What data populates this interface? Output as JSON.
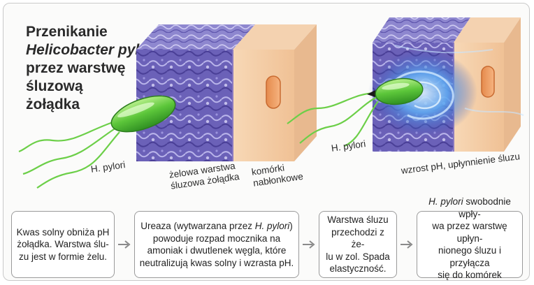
{
  "title": {
    "line1": "Przenikanie",
    "line2": "Helicobacter pylori",
    "line3": "przez warstwę",
    "line4": "śluzową",
    "line5": "żołądka"
  },
  "labels": {
    "bacteria_left": "H. pylori",
    "gel_layer_1": "żelowa warstwa",
    "gel_layer_2": "śluzowa żołądka",
    "cells_1": "komórki",
    "cells_2": "nabłonkowe",
    "bacteria_right": "H. pylori",
    "ph_rise": "wzrost pH, upłynnienie śluzu"
  },
  "steps": [
    {
      "lines": [
        "Kwas solny obniża pH",
        "żołądka. Warstwa ślu-",
        "zu jest w formie żelu."
      ]
    },
    {
      "pre": "Ureaza (wytwarzana przez ",
      "em": "H. pylori",
      "post": ")",
      "lines": [
        "powoduje rozpad mocznika na",
        "amoniak i dwutlenek węgla, które",
        "neutralizują kwas solny i wzrasta pH."
      ]
    },
    {
      "lines": [
        "Warstwa śluzu",
        "przechodzi z że-",
        "lu w zol. Spada",
        "elastyczność."
      ]
    },
    {
      "em": "H. pylori",
      "post": " swobodnie wpły-",
      "lines": [
        "wa przez warstwę upłyn-",
        "nionego śluzu i przyłącza",
        "się do komórek nabłonka."
      ]
    }
  ],
  "colors": {
    "mucus": "#6a5fb5",
    "epithelium": "#f2c79f",
    "bacterium": "#5fc83a",
    "box_border": "#9a9a9a"
  }
}
